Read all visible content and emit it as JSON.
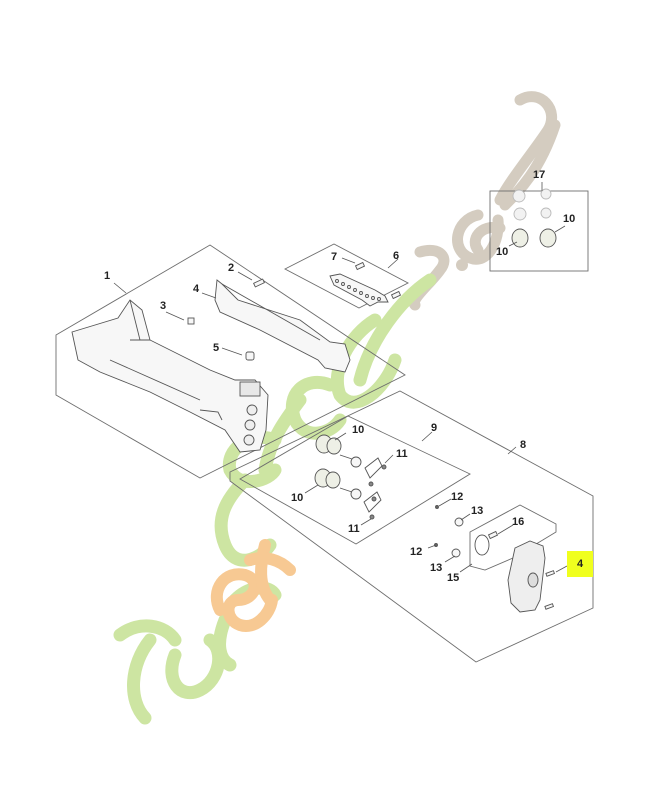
{
  "diagram": {
    "type": "exploded-parts-diagram",
    "highlight_color": "#f0ff1e",
    "highlighted_callout": "4",
    "watermark": {
      "text": "foretjardin.com",
      "colors": {
        "green": "#c8e39c",
        "orange": "#f6c58c",
        "taupe": "#cfc6b8"
      }
    },
    "callouts": [
      {
        "id": "c1",
        "label": "1"
      },
      {
        "id": "c2",
        "label": "2"
      },
      {
        "id": "c3",
        "label": "3"
      },
      {
        "id": "c4a",
        "label": "4"
      },
      {
        "id": "c5",
        "label": "5"
      },
      {
        "id": "c6",
        "label": "6"
      },
      {
        "id": "c7",
        "label": "7"
      },
      {
        "id": "c8",
        "label": "8"
      },
      {
        "id": "c9",
        "label": "9"
      },
      {
        "id": "c10a",
        "label": "10"
      },
      {
        "id": "c10b",
        "label": "10"
      },
      {
        "id": "c10c",
        "label": "10"
      },
      {
        "id": "c10d",
        "label": "10"
      },
      {
        "id": "c11a",
        "label": "11"
      },
      {
        "id": "c11b",
        "label": "11"
      },
      {
        "id": "c12a",
        "label": "12"
      },
      {
        "id": "c12b",
        "label": "12"
      },
      {
        "id": "c13a",
        "label": "13"
      },
      {
        "id": "c13b",
        "label": "13"
      },
      {
        "id": "c15",
        "label": "15"
      },
      {
        "id": "c16",
        "label": "16"
      },
      {
        "id": "c17",
        "label": "17"
      },
      {
        "id": "c4b",
        "label": "4"
      }
    ]
  }
}
